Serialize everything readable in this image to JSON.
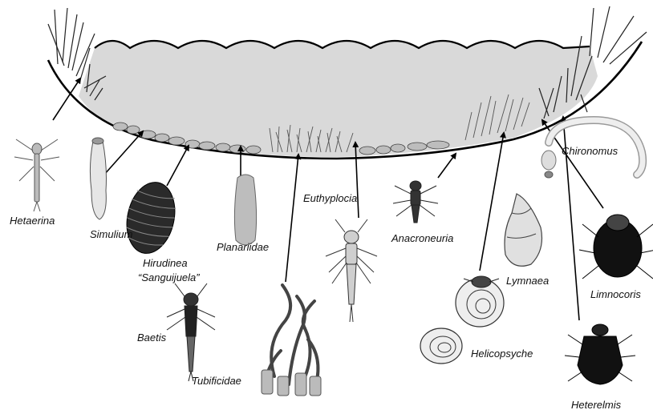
{
  "colors": {
    "water": "#d9d9d9",
    "outline": "#000000",
    "organism_dark": "#1a1a1a",
    "organism_mid": "#6e6e6e",
    "organism_light": "#c8c8c8",
    "background": "#ffffff"
  },
  "organisms": [
    {
      "key": "hetaerina",
      "label": "Hetaerina",
      "icon": "damselfly-nymph-icon"
    },
    {
      "key": "simulium",
      "label": "Simulium",
      "icon": "blackfly-larva-icon"
    },
    {
      "key": "hirudinea",
      "label": "Hirudinea",
      "icon": "leech-icon"
    },
    {
      "key": "sanguijuela",
      "label": "“Sanguijuela”",
      "icon": "leech-icon"
    },
    {
      "key": "planariidae",
      "label": "Planariidae",
      "icon": "flatworm-icon"
    },
    {
      "key": "euthyplocia",
      "label": "Euthyplocia",
      "icon": "mayfly-nymph-icon"
    },
    {
      "key": "anacroneuria",
      "label": "Anacroneuria",
      "icon": "stonefly-nymph-icon"
    },
    {
      "key": "chironomus",
      "label": "Chironomus",
      "icon": "midge-larva-icon"
    },
    {
      "key": "lymnaea",
      "label": "Lymnaea",
      "icon": "pond-snail-icon"
    },
    {
      "key": "limnocoris",
      "label": "Limnocoris",
      "icon": "water-bug-icon"
    },
    {
      "key": "baetis",
      "label": "Baetis",
      "icon": "mayfly-nymph-icon"
    },
    {
      "key": "tubificidae",
      "label": "Tubificidae",
      "icon": "tubifex-worm-icon"
    },
    {
      "key": "helicopsyche",
      "label": "Helicopsyche",
      "icon": "snail-case-caddisfly-icon"
    },
    {
      "key": "heterelmis",
      "label": "Heterelmis",
      "icon": "riffle-beetle-icon"
    }
  ]
}
